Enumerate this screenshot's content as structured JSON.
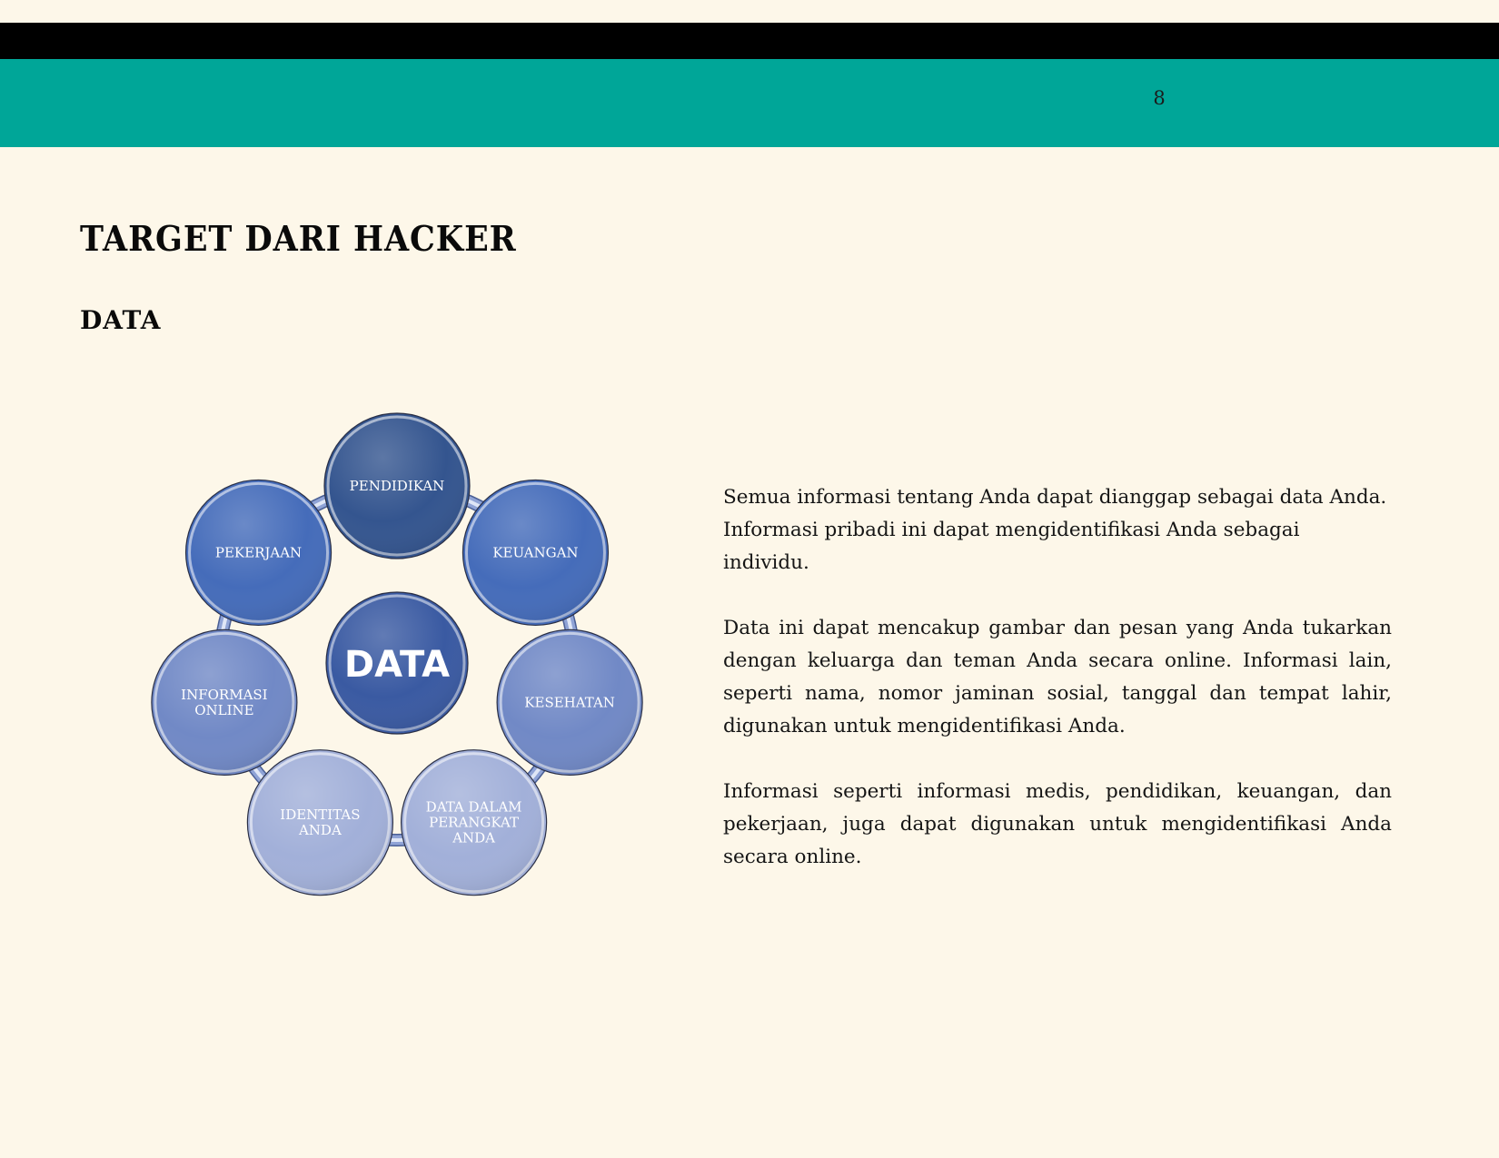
{
  "header": {
    "page_number": "8",
    "colors": {
      "band_top": "#000000",
      "band_main": "#00a698",
      "background": "#fdf7e9"
    }
  },
  "title": "TARGET DARI HACKER",
  "subtitle": "DATA",
  "diagram": {
    "center": {
      "label": "DATA",
      "color": "#3a5aa2"
    },
    "nodes": [
      {
        "id": "pendidikan",
        "lines": [
          "PENDIDIKAN"
        ],
        "color": "#34558f"
      },
      {
        "id": "keuangan",
        "lines": [
          "KEUANGAN"
        ],
        "color": "#456cba"
      },
      {
        "id": "kesehatan",
        "lines": [
          "KESEHATAN"
        ],
        "color": "#7189c6"
      },
      {
        "id": "data-dalam-perangkat-anda",
        "lines": [
          "DATA DALAM",
          "PERANGKAT",
          "ANDA"
        ],
        "color": "#a2b0d9"
      },
      {
        "id": "identitas-anda",
        "lines": [
          "IDENTITAS",
          "ANDA"
        ],
        "color": "#a2b0d9"
      },
      {
        "id": "informasi-online",
        "lines": [
          "INFORMASI",
          "ONLINE"
        ],
        "color": "#7189c6"
      },
      {
        "id": "pekerjaan",
        "lines": [
          "PEKERJAAN"
        ],
        "color": "#456cba"
      }
    ],
    "ring_color": "#8fa3d6"
  },
  "paragraphs": [
    {
      "lines": [
        "Semua informasi tentang Anda dapat dianggap sebagai data Anda.",
        "Informasi pribadi ini dapat mengidentifikasi Anda sebagai individu."
      ]
    },
    {
      "text": "Data ini dapat mencakup gambar dan pesan yang Anda tukarkan dengan keluarga dan teman Anda secara online. Informasi lain, seperti nama, nomor jaminan sosial, tanggal dan tempat lahir, digunakan untuk mengidentifikasi Anda."
    },
    {
      "text": "Informasi seperti informasi medis, pendidikan, keuangan, dan pekerjaan, juga dapat digunakan untuk mengidentifikasi Anda secara online."
    }
  ]
}
